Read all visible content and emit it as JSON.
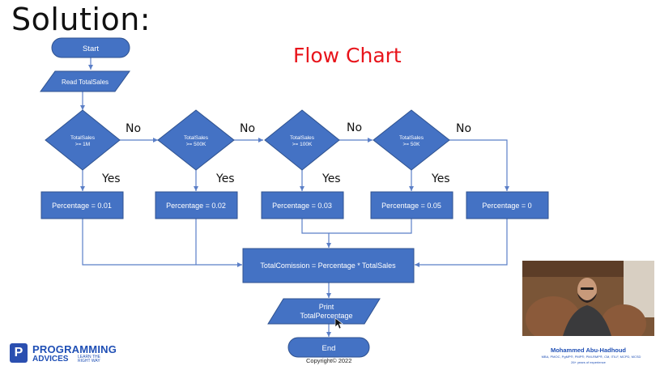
{
  "slide": {
    "heading": "Solution:",
    "chart_title": "Flow Chart",
    "copyright": "Copyright© 2022"
  },
  "flowchart": {
    "start": "Start",
    "input": "Read TotalSales",
    "decisions": [
      {
        "line1": "TotalSales",
        "line2": ">= 1M"
      },
      {
        "line1": "TotalSales",
        "line2": ">= 500K"
      },
      {
        "line1": "TotalSales",
        "line2": ">= 100K"
      },
      {
        "line1": "TotalSales",
        "line2": ">= 50K"
      }
    ],
    "no_label": "No",
    "yes_label": "Yes",
    "processes": [
      "Percentage = 0.01",
      "Percentage = 0.02",
      "Percentage = 0.03",
      "Percentage = 0.05",
      "Percentage = 0"
    ],
    "calculation": "TotalComission = Percentage * TotalSales",
    "output_line1": "Print",
    "output_line2": "TotalPercentage",
    "end": "End"
  },
  "brand": {
    "logo_mark": "P",
    "logo_line1": "PROGRAMMING",
    "logo_line2": "ADVICES",
    "logo_tagline": "LEARN THE RIGHT WAY"
  },
  "presenter": {
    "name": "Mohammed Abu-Hadhoud",
    "credentials": "MBA, PMOC, PgMP®, PMP®, PMI-RMP®, CM, ITILF, MCPD, MCSD",
    "experience": "26+ years of experience"
  },
  "colors": {
    "shape_fill": "#4472c4",
    "shape_stroke": "#2f528f",
    "connector": "#5b7fc7",
    "title_red": "#e8141b"
  }
}
